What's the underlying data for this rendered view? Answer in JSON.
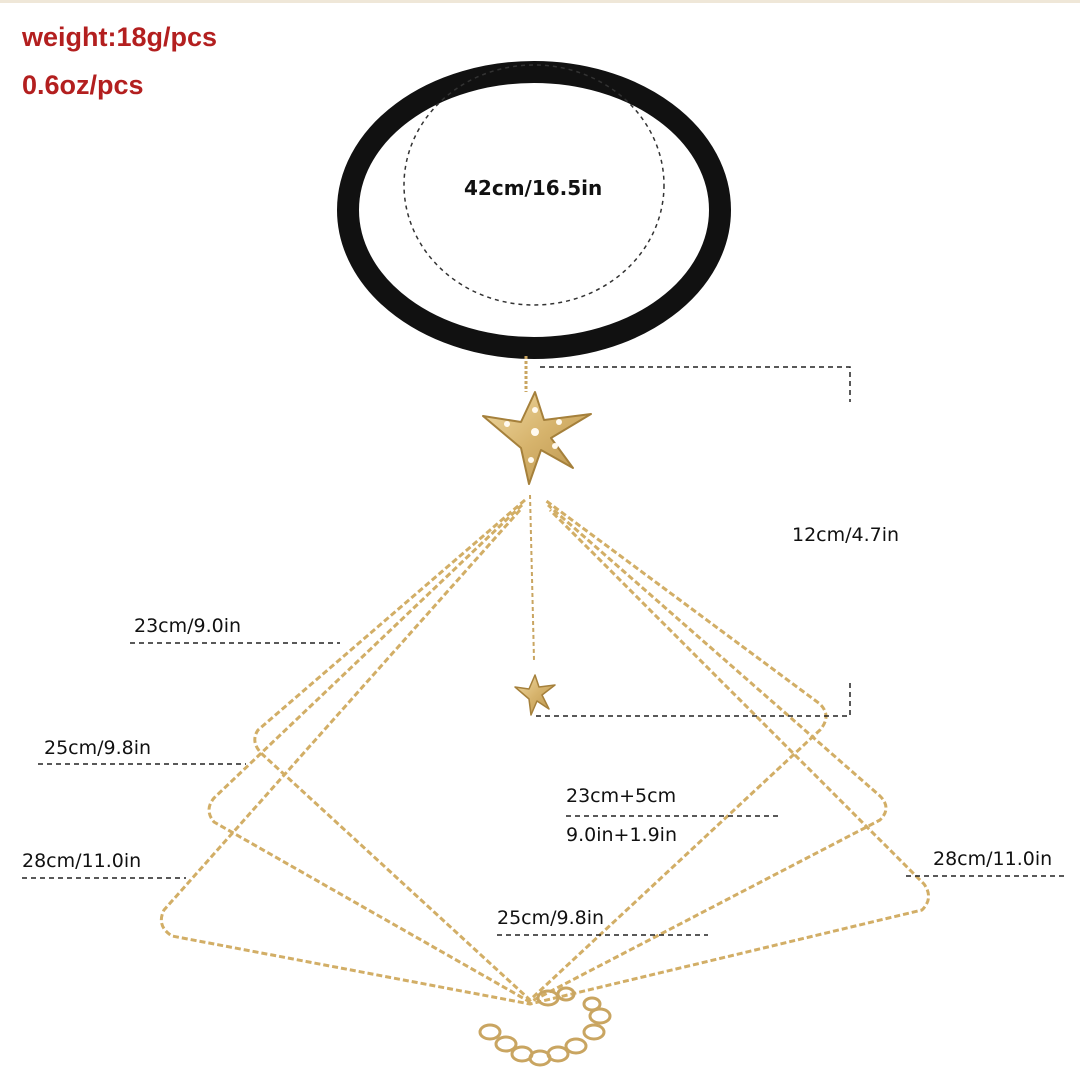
{
  "specs": {
    "weight": "weight:18g/pcs",
    "weight_oz": "0.6oz/pcs"
  },
  "dimensions": {
    "neck": "42cm/16.5in",
    "drop": "12cm/4.7in",
    "chain_left_1": "23cm/9.0in",
    "chain_left_2": "25cm/9.8in",
    "chain_left_3": "28cm/11.0in",
    "extension_line1": "23cm+5cm",
    "extension_line2": "9.0in+1.9in",
    "chain_right": "28cm/11.0in",
    "chain_bottom": "25cm/9.8in"
  },
  "colors": {
    "spec_text": "#b31f1f",
    "choker": "#111111",
    "gold": "#d8b877",
    "text": "#111111"
  }
}
